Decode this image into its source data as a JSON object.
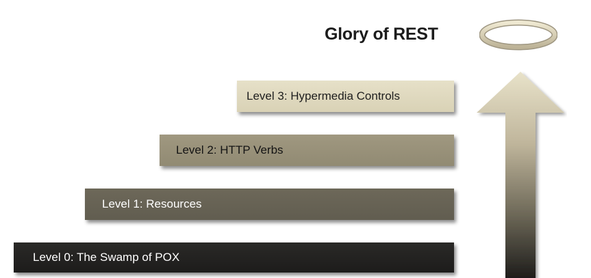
{
  "title": "Glory of REST",
  "levels": [
    {
      "label": "Level 0: The Swamp of POX",
      "color": "#1f1e1d"
    },
    {
      "label": "Level 1: Resources",
      "color": "#666254"
    },
    {
      "label": "Level 2: HTTP Verbs",
      "color": "#9a927b"
    },
    {
      "label": "Level 3: Hypermedia Controls",
      "color": "#e1dbc2"
    }
  ],
  "halo_icon": "halo-icon",
  "arrow_icon": "up-arrow-icon"
}
